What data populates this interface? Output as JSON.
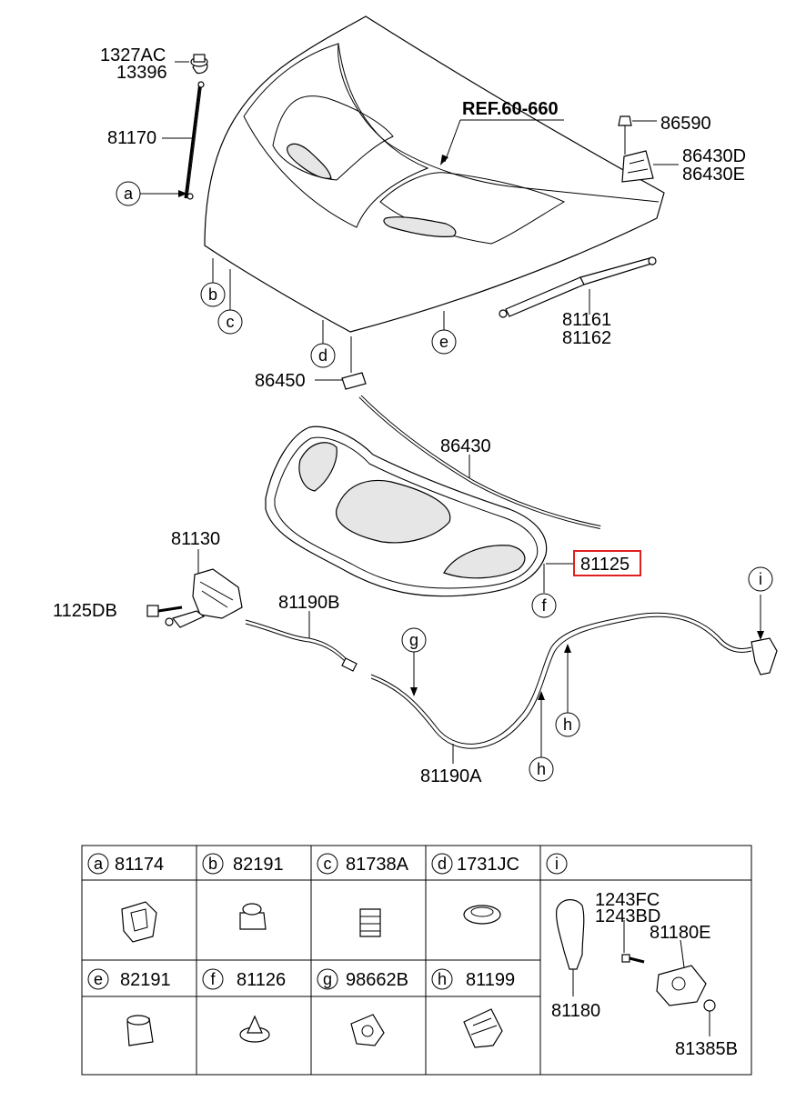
{
  "labels": {
    "p1327AC": "1327AC",
    "p13396": "13396",
    "p81170": "81170",
    "ref": "REF.60-660",
    "p86590": "86590",
    "p86430D": "86430D",
    "p86430E": "86430E",
    "p81161": "81161",
    "p81162": "81162",
    "p86450": "86450",
    "p86430": "86430",
    "p81125": "81125",
    "p81130": "81130",
    "p1125DB": "1125DB",
    "p81190B": "81190B",
    "p81190A": "81190A"
  },
  "callouts": {
    "a": "a",
    "b": "b",
    "c": "c",
    "d": "d",
    "e": "e",
    "f": "f",
    "g": "g",
    "h1": "h",
    "h2": "h",
    "i": "i"
  },
  "highlight_color": "#e02020",
  "table": {
    "row1": [
      {
        "letter": "a",
        "part": "81174"
      },
      {
        "letter": "b",
        "part": "82191"
      },
      {
        "letter": "c",
        "part": "81738A"
      },
      {
        "letter": "d",
        "part": "1731JC"
      }
    ],
    "row2": [
      {
        "letter": "e",
        "part": "82191"
      },
      {
        "letter": "f",
        "part": "81126"
      },
      {
        "letter": "g",
        "part": "98662B"
      },
      {
        "letter": "h",
        "part": "81199"
      }
    ],
    "i_cell": {
      "letter": "i",
      "parts": [
        "1243FC",
        "1243BD",
        "81180E",
        "81180",
        "81385B"
      ]
    }
  }
}
